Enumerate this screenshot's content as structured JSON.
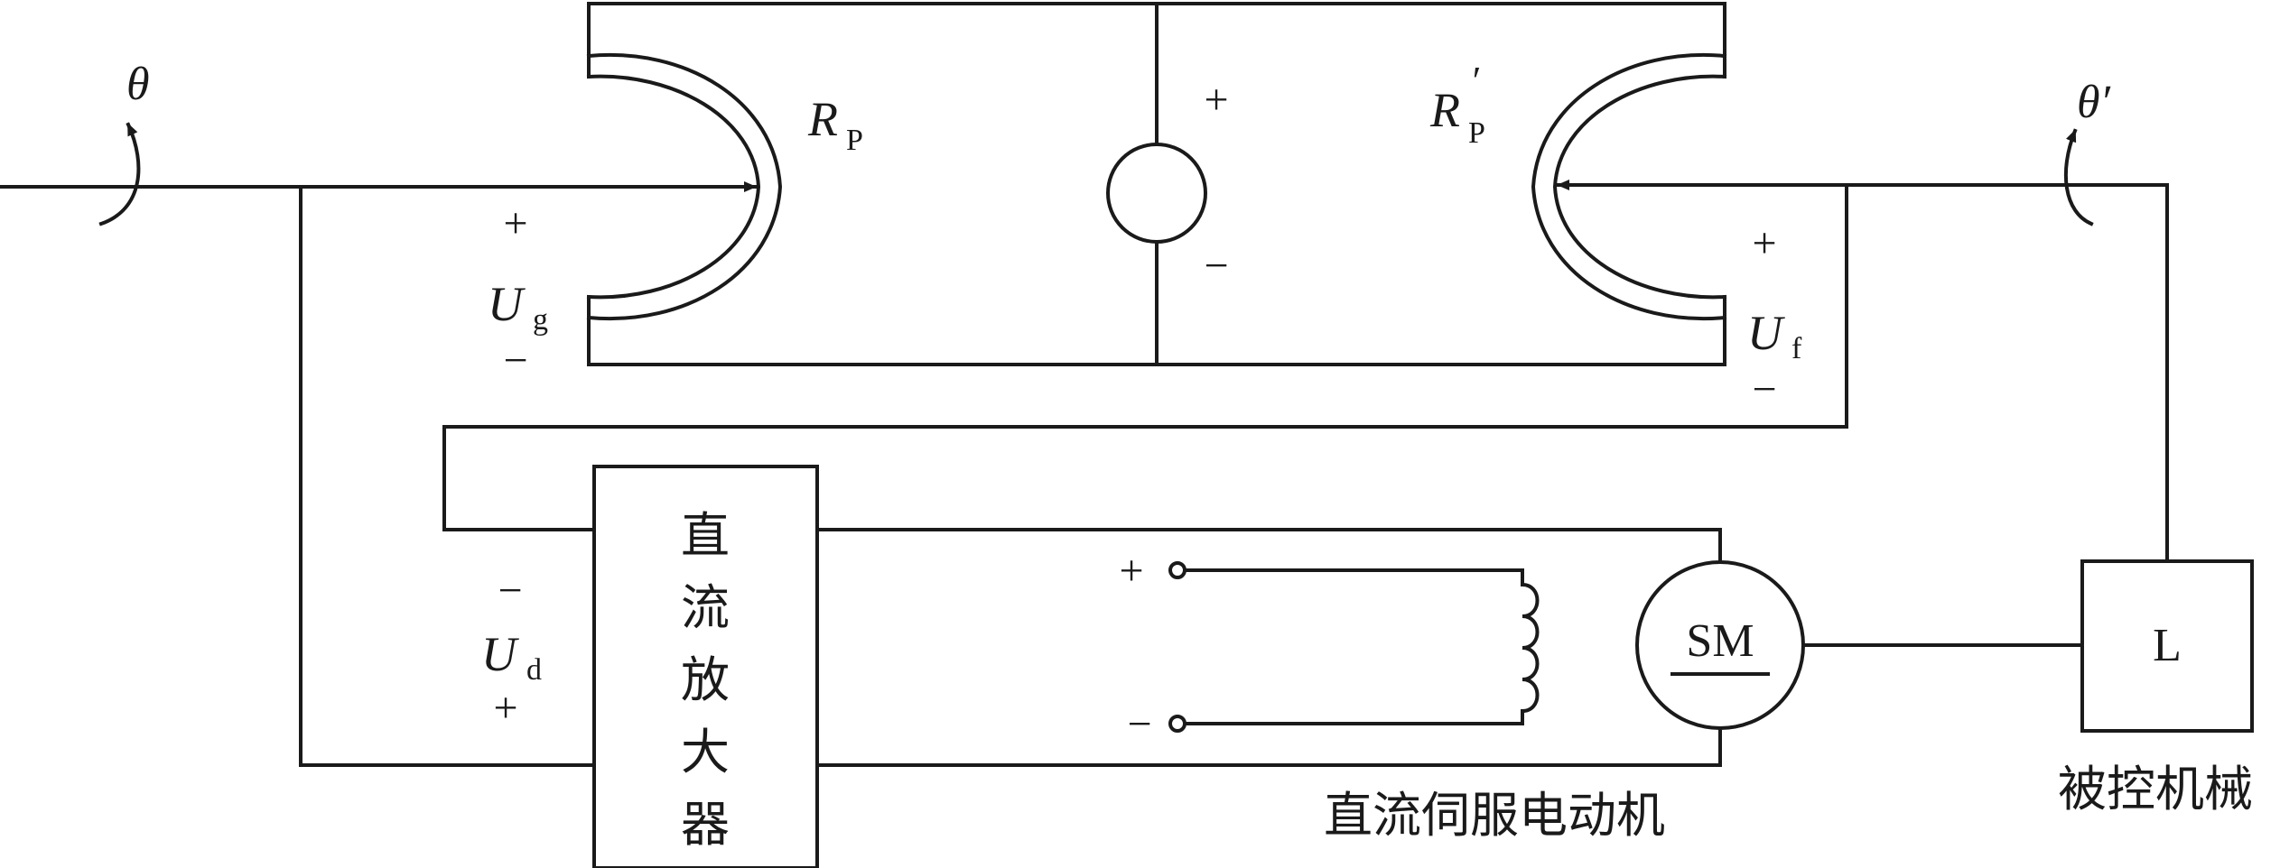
{
  "labels": {
    "theta": "θ",
    "theta_prime": "θ′",
    "rp_main": "R",
    "rp_sub": "P",
    "rp2_main": "R",
    "rp2_sub": "P",
    "rp2_prime": "′",
    "ug_main": "U",
    "ug_sub": "g",
    "uf_main": "U",
    "uf_sub": "f",
    "ud_main": "U",
    "ud_sub": "d",
    "plus": "+",
    "minus": "−"
  },
  "blocks": {
    "amplifier_chars": [
      "直",
      "流",
      "放",
      "大",
      "器"
    ],
    "motor_label": "SM",
    "load_label": "L"
  },
  "captions": {
    "motor": "直流伺服电动机",
    "load": "被控机械"
  }
}
